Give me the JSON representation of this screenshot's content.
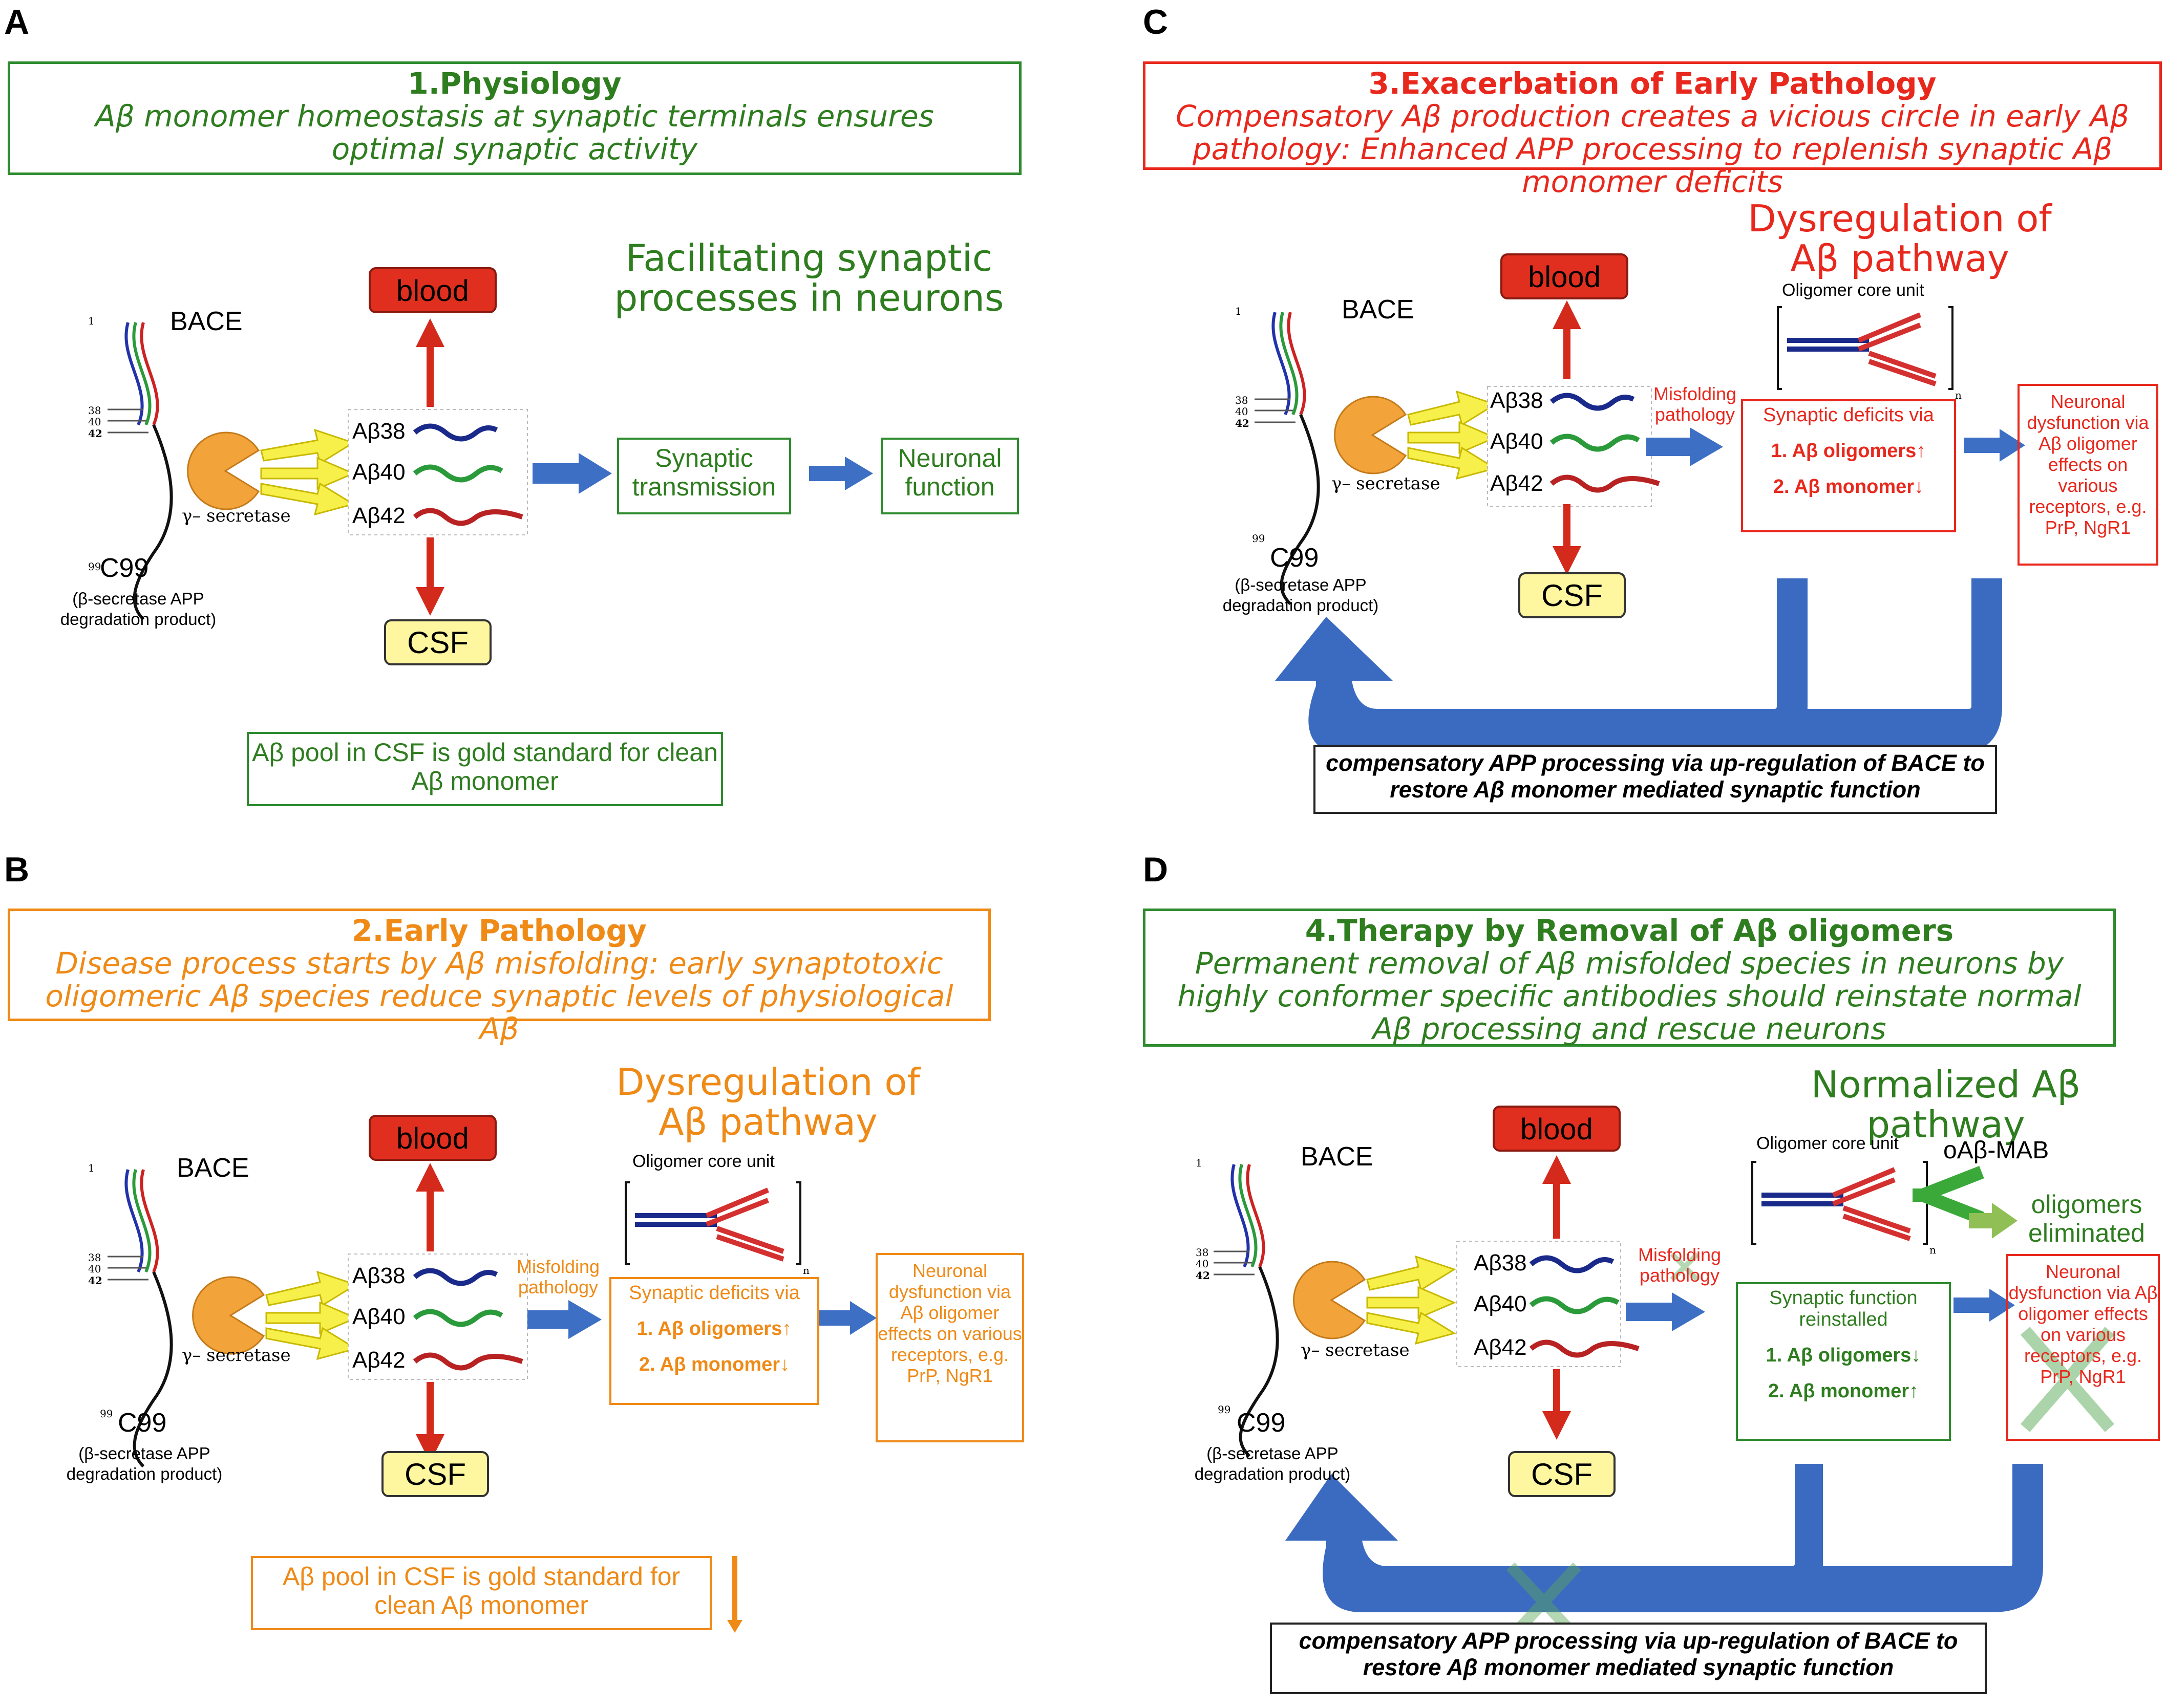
{
  "panels": {
    "A": {
      "label": "A",
      "header_title": "1.Physiology",
      "header_sub": "Aβ monomer homeostasis at synaptic terminals ensures optimal synaptic activity",
      "big_title": "Facilitating synaptic processes in neurons",
      "synaptic": "Synaptic transmission",
      "neuronal": "Neuronal function",
      "bottom": "Aβ pool in CSF is gold standard for clean Aβ monomer"
    },
    "B": {
      "label": "B",
      "header_title": "2.Early Pathology",
      "header_sub": "Disease process starts by Aβ misfolding:  early synaptotoxic oligomeric Aβ species reduce synaptic levels of  physiological Aβ",
      "big_title": "Dysregulation of Aβ pathway",
      "misfolding": "Misfolding pathology",
      "deficits_title": "Synaptic deficits via",
      "item1": "1. Aβ oligomers↑",
      "item2": "2. Aβ monomer↓",
      "neuronal": "Neuronal dysfunction via Aβ oligomer effects on various receptors, e.g. PrP, NgR1",
      "bottom": "Aβ pool in CSF is gold standard for clean Aβ monomer"
    },
    "C": {
      "label": "C",
      "header_title": "3.Exacerbation of Early Pathology",
      "header_sub": "Compensatory Aβ production creates a vicious circle in early Aβ pathology: Enhanced APP processing to replenish synaptic Aβ monomer deficits",
      "big_title": "Dysregulation of Aβ pathway",
      "misfolding": "Misfolding pathology",
      "deficits_title": "Synaptic deficits via",
      "item1": "1. Aβ oligomers↑",
      "item2": "2. Aβ monomer↓",
      "neuronal": "Neuronal dysfunction via Aβ oligomer effects on various receptors, e.g. PrP, NgR1",
      "compensatory": "compensatory APP processing via up-regulation of BACE to restore Aβ monomer mediated synaptic function"
    },
    "D": {
      "label": "D",
      "header_title": "4.Therapy by Removal of Aβ oligomers",
      "header_sub": "Permanent removal of Aβ misfolded species in neurons by highly conformer specific antibodies should reinstate normal Aβ processing and rescue neurons",
      "big_title": "Normalized Aβ pathway",
      "misfolding": "Misfolding pathology",
      "function_title": "Synaptic function reinstalled",
      "item1": "1. Aβ oligomers↓",
      "item2": "2. Aβ monomer↑",
      "neuronal": "Neuronal dysfunction via Aβ oligomer effects on various receptors, e.g. PrP, NgR1",
      "antibody": "oAβ-MAB",
      "eliminated": "oligomers eliminated",
      "compensatory": "compensatory APP processing via up-regulation of BACE to restore Aβ monomer mediated synaptic function"
    }
  },
  "common": {
    "bace": "BACE",
    "gamma": "γ– secretase",
    "c99": "C99",
    "c99_sub": "(β-secretase APP degradation product)",
    "ab38": "Aβ38",
    "ab40": "Aβ40",
    "ab42": "Aβ42",
    "blood": "blood",
    "csf": "CSF",
    "oligomer_core": "Oligomer core unit",
    "res1": "1",
    "res38": "38",
    "res40": "40",
    "res42": "42",
    "res99": "99",
    "n": "n"
  },
  "colors": {
    "green": "#2e7d1f",
    "orange": "#ef8a17",
    "red": "#e8281d",
    "arrow_blue": "#3d6fc4"
  }
}
